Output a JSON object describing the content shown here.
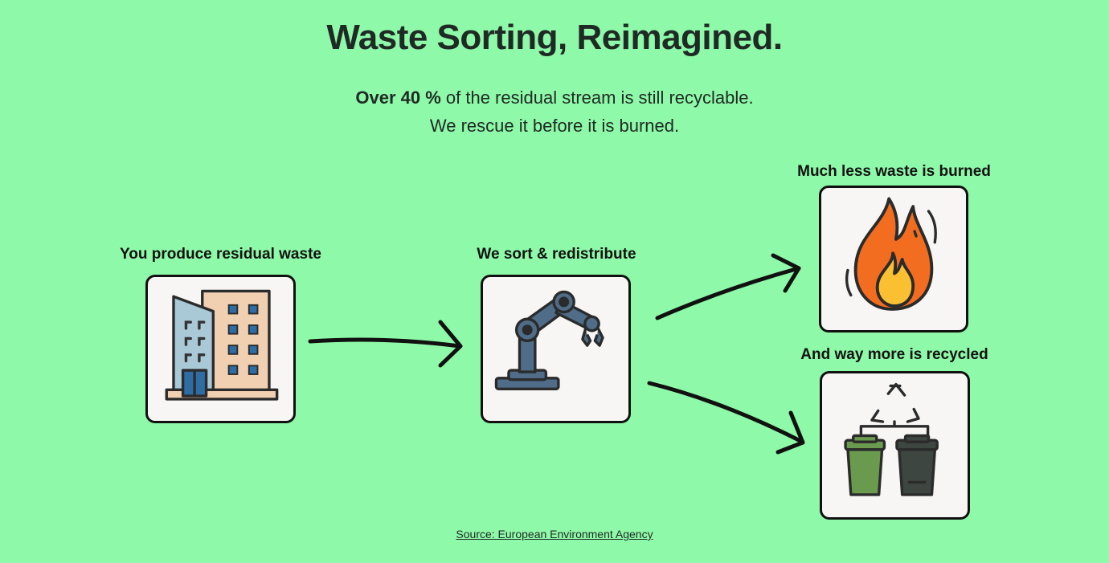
{
  "header": {
    "title": "Waste Sorting, Reimagined.",
    "subtitle_bold": "Over 40 %",
    "subtitle_rest": " of the residual stream is still recyclable.",
    "subtitle_line2": "We rescue it before it is burned."
  },
  "flow": {
    "produce_label": "You produce residual waste",
    "sort_label": "We sort & redistribute",
    "burned_label": "Much less waste is burned",
    "recycled_label": "And way more is recycled"
  },
  "icons": {
    "produce": "building-icon",
    "sort": "robot-arm-icon",
    "burned": "flame-icon",
    "recycled": "recycling-bins-icon"
  },
  "colors": {
    "background": "#8ef9a8",
    "text": "#1f2a25",
    "card": "#f7f6f4",
    "outline": "#111111"
  },
  "footer": {
    "source": "Source: European Environment Agency"
  }
}
